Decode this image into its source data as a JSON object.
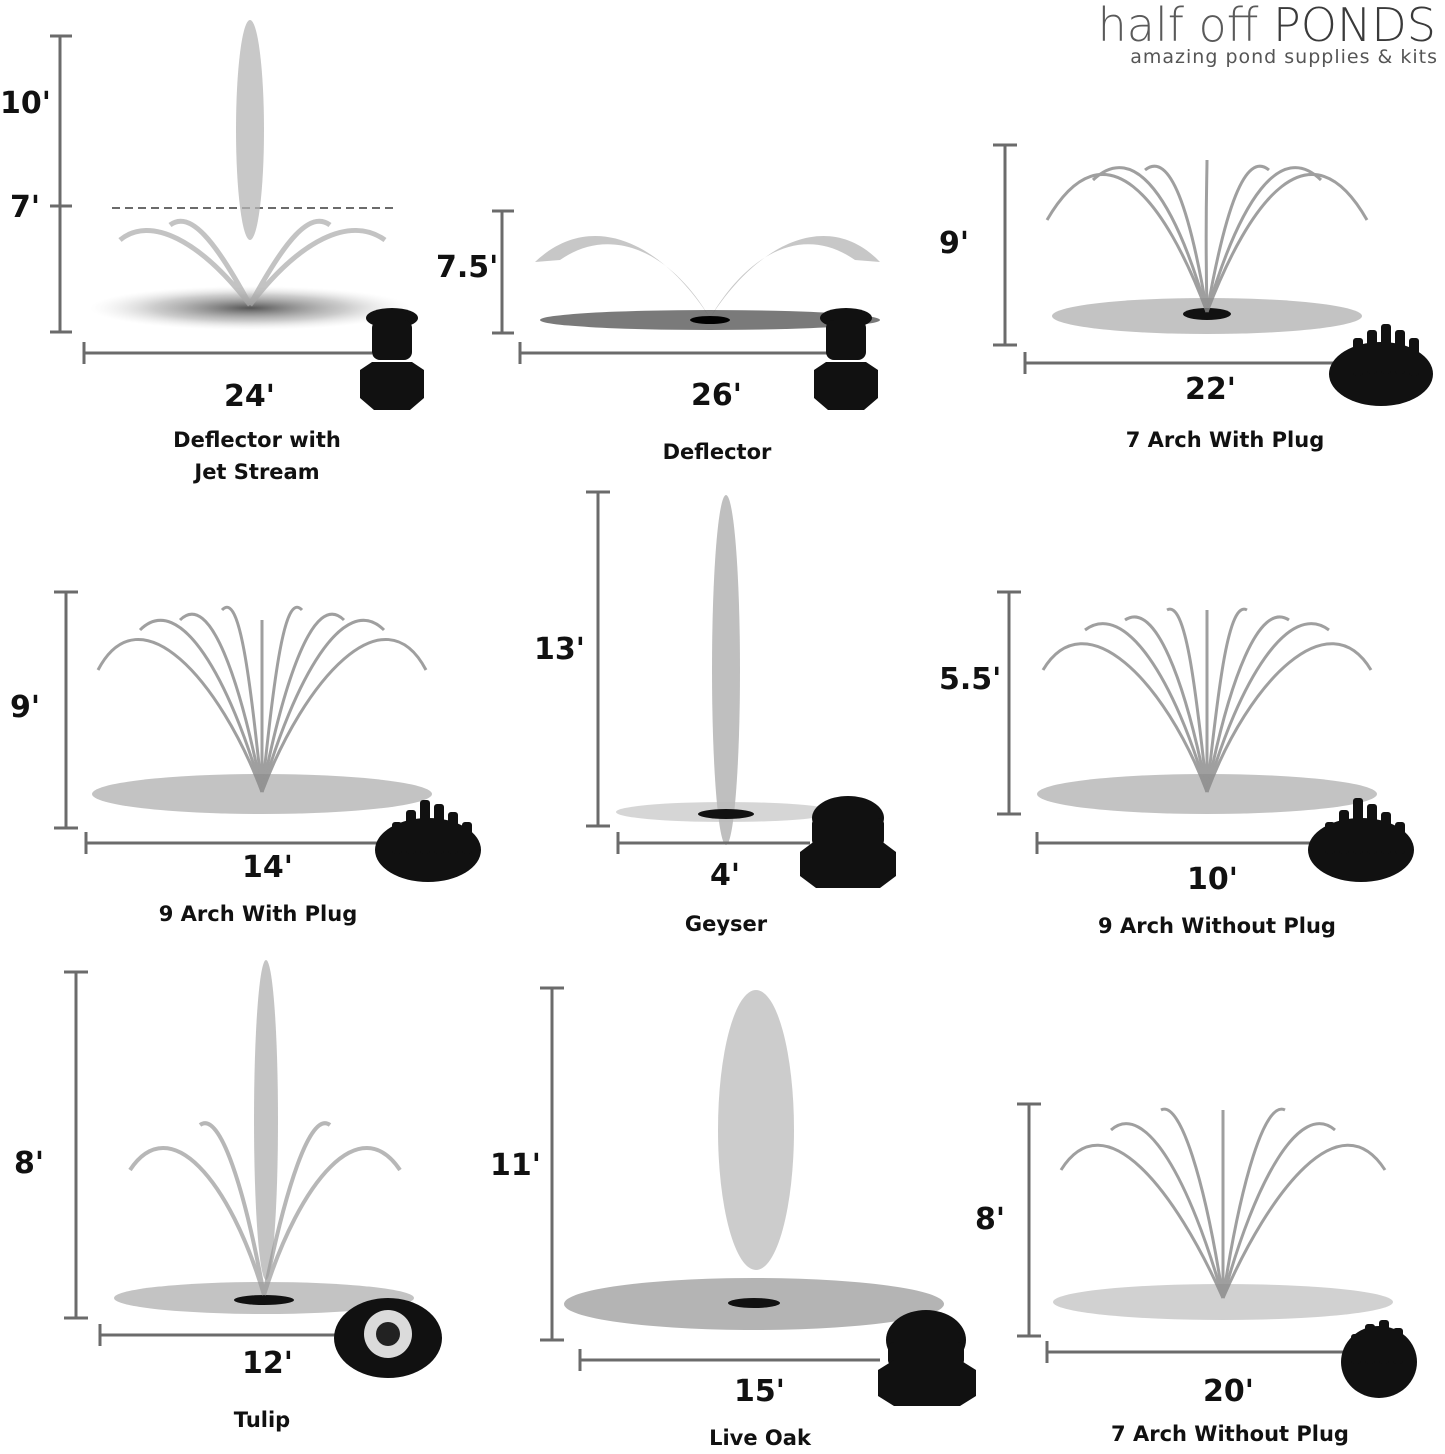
{
  "logo": {
    "brand_light": "half off",
    "brand_bold": "PONDS",
    "tagline": "amazing pond supplies & kits"
  },
  "panels": [
    {
      "name": "Deflector with\nJet Stream",
      "height": "10'",
      "mid_height": "7'",
      "width": "24'"
    },
    {
      "name": "Deflector",
      "height": "7.5'",
      "width": "26'"
    },
    {
      "name": "7 Arch With Plug",
      "height": "9'",
      "width": "22'"
    },
    {
      "name": "9 Arch With Plug",
      "height": "9'",
      "width": "14'"
    },
    {
      "name": "Geyser",
      "height": "13'",
      "width": "4'"
    },
    {
      "name": "9 Arch Without Plug",
      "height": "5.5'",
      "width": "10'"
    },
    {
      "name": "Tulip",
      "height": "8'",
      "width": "12'"
    },
    {
      "name": "Live Oak",
      "height": "11'",
      "width": "15'"
    },
    {
      "name": "7 Arch Without Plug",
      "height": "8'",
      "width": "20'"
    }
  ],
  "colors": {
    "measure_line": "#6b6b6b",
    "spray": "#8a8a8a",
    "nozzle": "#111111"
  }
}
